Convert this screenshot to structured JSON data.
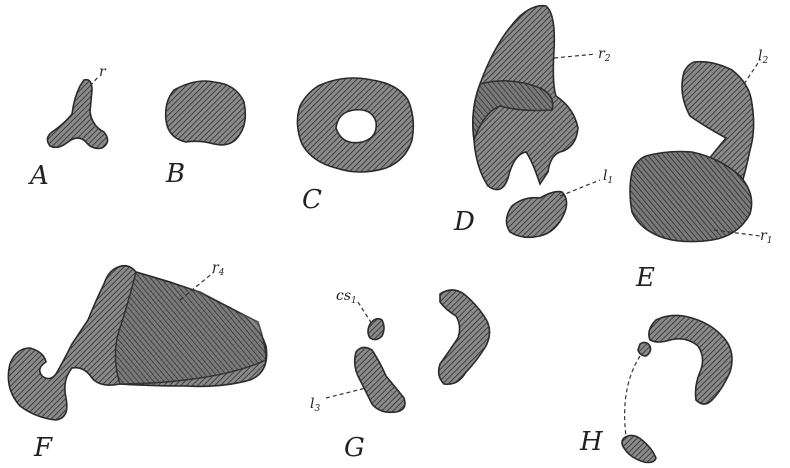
{
  "figure": {
    "panels": [
      "A",
      "B",
      "C",
      "D",
      "E",
      "F",
      "G",
      "H"
    ],
    "callouts": {
      "a_r": {
        "base": "r",
        "sub": ""
      },
      "d_r2": {
        "base": "r",
        "sub": "2"
      },
      "d_l1": {
        "base": "l",
        "sub": "1"
      },
      "e_l2": {
        "base": "l",
        "sub": "2"
      },
      "e_r1": {
        "base": "r",
        "sub": "1"
      },
      "f_r4": {
        "base": "r",
        "sub": "4"
      },
      "g_cs1": {
        "base": "cs",
        "sub": "1"
      },
      "g_l3": {
        "base": "l",
        "sub": "3"
      }
    }
  },
  "colors": {
    "fill": "#7a7a7a",
    "hatch": "#2b2b2b",
    "ink": "#222222"
  }
}
